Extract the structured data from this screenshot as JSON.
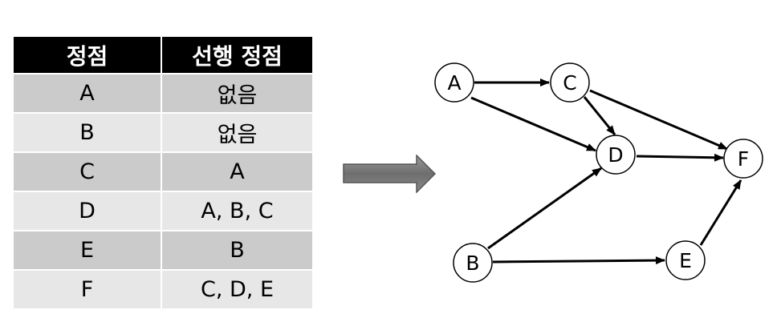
{
  "table": {
    "headers": [
      "정점",
      "선행 정점"
    ],
    "rows": [
      [
        "A",
        "없음"
      ],
      [
        "B",
        "없음"
      ],
      [
        "C",
        "A"
      ],
      [
        "D",
        "A, B, C"
      ],
      [
        "E",
        "B"
      ],
      [
        "F",
        "C, D, E"
      ]
    ]
  },
  "graph": {
    "nodes": [
      "A",
      "B",
      "C",
      "D",
      "E",
      "F"
    ]
  }
}
